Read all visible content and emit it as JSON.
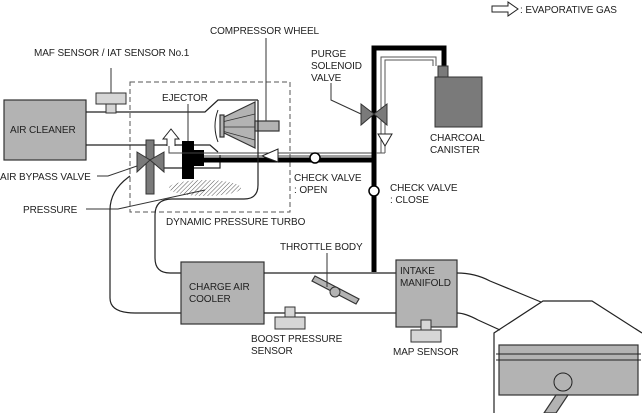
{
  "legend": {
    "icon": "hollow-arrow-icon",
    "label": ": EVAPORATIVE GAS"
  },
  "labels": {
    "compressor_wheel": "COMPRESSOR WHEEL",
    "maf_sensor": "MAF SENSOR / IAT SENSOR No.1",
    "purge_solenoid_valve": [
      "PURGE",
      "SOLENOID",
      "VALVE"
    ],
    "ejector": "EJECTOR",
    "air_cleaner": "AIR CLEANER",
    "charcoal_canister": [
      "CHARCOAL",
      "CANISTER"
    ],
    "air_bypass_valve": "AIR BYPASS VALVE",
    "check_valve_open": [
      "CHECK VALVE",
      ": OPEN"
    ],
    "check_valve_close": [
      "CHECK VALVE",
      ": CLOSE"
    ],
    "pressure": "PRESSURE",
    "dynamic_pressure_turbo": "DYNAMIC PRESSURE TURBO",
    "throttle_body": "THROTTLE BODY",
    "charge_air_cooler": [
      "CHARGE AIR",
      "COOLER"
    ],
    "intake_manifold": [
      "INTAKE",
      "MANIFOLD"
    ],
    "boost_pressure_sensor": [
      "BOOST PRESSURE",
      "SENSOR"
    ],
    "map_sensor": "MAP SENSOR"
  }
}
